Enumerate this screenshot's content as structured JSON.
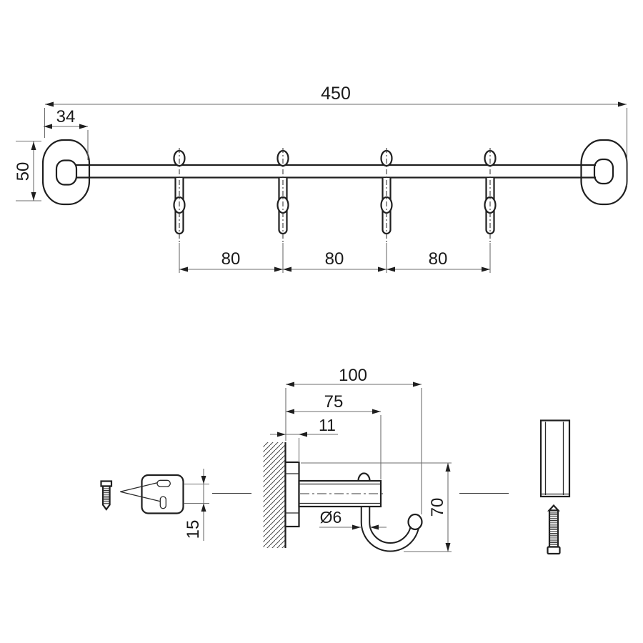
{
  "drawing": {
    "background": "#ffffff",
    "line_color": "#1f1f1f",
    "dim_color": "#6e6e6e",
    "views": {
      "top_view": {
        "name": "front view of 4-hook towel rail",
        "dims": {
          "total_width": "450",
          "plate_width": "34",
          "plate_height": "50",
          "spacing_1": "80",
          "spacing_2": "80",
          "spacing_3": "80"
        }
      },
      "side_view": {
        "name": "side view of wall-mounted hook",
        "dims": {
          "depth_total": "100",
          "depth_bar": "75",
          "plate_thickness": "11",
          "height": "70",
          "wire_diameter": "Ø6"
        }
      },
      "backplate_detail": {
        "name": "wall backplate with mounting slots",
        "dims": {
          "slot_spacing": "15"
        }
      }
    }
  }
}
